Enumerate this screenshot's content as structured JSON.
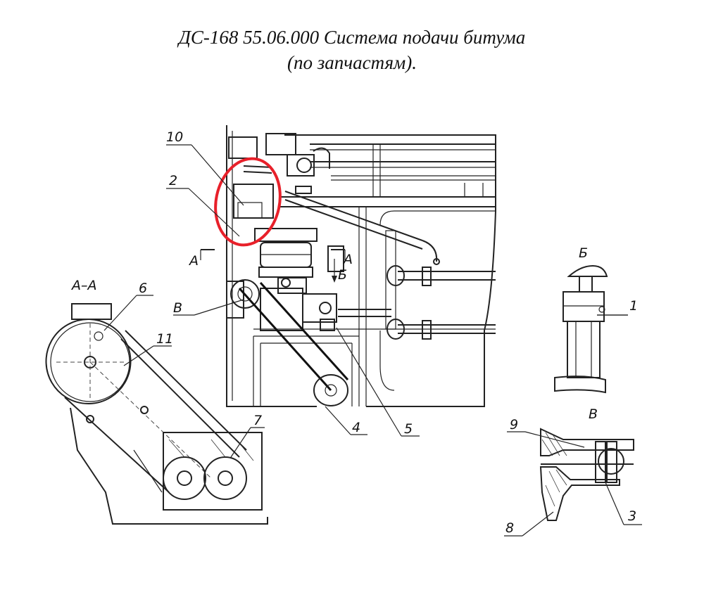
{
  "title": {
    "line1": "ДС-168 55.06.000 Система подачи битума",
    "line2": "(по запчастям)."
  },
  "callouts": {
    "c10": "10",
    "c2": "2",
    "c1": "1",
    "c6": "6",
    "c11": "11",
    "c7": "7",
    "c4": "4",
    "c5": "5",
    "c9": "9",
    "c3": "3",
    "c8": "8"
  },
  "section_labels": {
    "aa": "А–А",
    "a_left": "А",
    "a_right": "А",
    "b_arrow": "Б",
    "v_pointer": "В",
    "b_view": "Б",
    "v_view": "В"
  },
  "highlight": {
    "color": "#e8202a",
    "target": "10"
  }
}
